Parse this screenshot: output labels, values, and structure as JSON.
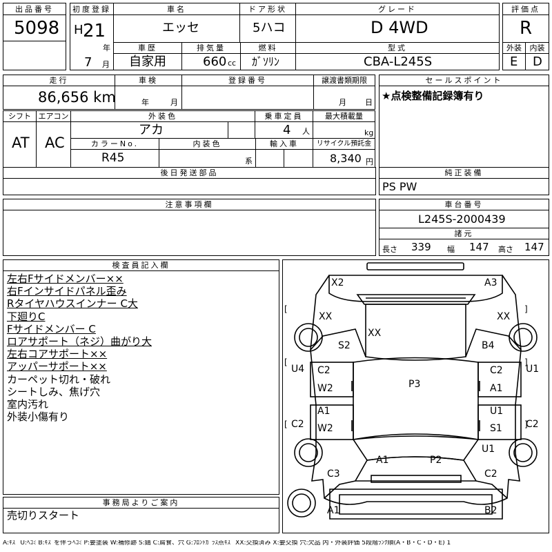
{
  "header": {
    "lot_label": "出品番号",
    "lot_no": "5098",
    "first_reg_label": "初度登録",
    "era": "H",
    "year": "21",
    "year_unit": "年",
    "month": "7",
    "month_unit": "月",
    "car_name_label": "車名",
    "car_name": "エッセ",
    "door_label": "ドア形状",
    "door": "5ハコ",
    "grade_label": "グレード",
    "grade": "D 4WD",
    "rating_label": "評価点",
    "rating": "R",
    "history_label": "車歴",
    "history": "自家用",
    "displacement_label": "排気量",
    "displacement": "660",
    "displacement_unit": "cc",
    "fuel_label": "燃料",
    "fuel": "ｶﾞｿﾘﾝ",
    "model_label": "型式",
    "model": "CBA-L245S",
    "exterior_label": "外装",
    "exterior": "E",
    "interior_label": "内装",
    "interior": "D"
  },
  "row2": {
    "mileage_label": "走行",
    "mileage": "86,656 km",
    "inspection_label": "車検",
    "inspection_year": "年",
    "inspection_month": "月",
    "reg_no_label": "登録番号",
    "transfer_label": "譲渡書類期限",
    "transfer_month": "月",
    "transfer_day": "日",
    "sales_label": "セールスポイント",
    "sales_text": "★点検整備記録簿有り"
  },
  "row3": {
    "shift_label": "シフト",
    "shift": "AT",
    "aircon_label": "エアコン",
    "aircon": "AC",
    "ext_color_label": "外装色",
    "ext_color": "アカ",
    "capacity_label": "乗車定員",
    "capacity": "4",
    "capacity_unit": "人",
    "max_load_label": "最大積載量",
    "max_load_unit": "kg",
    "color_no_label": "カラーNo.",
    "color_no": "R45",
    "int_color_label": "内装色",
    "int_color_unit": "系",
    "import_label": "輸入車",
    "recycle_label": "リサイクル預託金",
    "recycle": "8,340",
    "recycle_unit": "円"
  },
  "later_parts_label": "後日発送部品",
  "equipment_label": "純正装備",
  "equipment": "PS PW",
  "notes_label": "注意事項欄",
  "chassis_label": "車台番号",
  "chassis": "L245S-2000439",
  "specs": {
    "label": "諸元",
    "length_label": "長さ",
    "length": "339",
    "width_label": "幅",
    "width": "147",
    "height_label": "高さ",
    "height": "147"
  },
  "inspector": {
    "label": "検査員記入欄",
    "lines": [
      {
        "text": "左右Fサイドメンバー××",
        "underline": true
      },
      {
        "text": "右Fインサイドパネル歪み",
        "underline": true
      },
      {
        "text": "Rタイヤハウスインナー C大",
        "underline": true
      },
      {
        "text": "下廻りC",
        "underline": true
      },
      {
        "text": "Fサイドメンバー C",
        "underline": true
      },
      {
        "text": "ロアサポート（ネジ）曲がり大",
        "underline": true
      },
      {
        "text": "左右コアサポート××",
        "underline": true
      },
      {
        "text": "アッパーサポート××",
        "underline": true
      },
      {
        "text": "カーペット切れ・破れ",
        "underline": false
      },
      {
        "text": "シートしみ、焦げ穴",
        "underline": false
      },
      {
        "text": "室内汚れ",
        "underline": false
      },
      {
        "text": "外装小傷有り",
        "underline": false
      }
    ]
  },
  "office": {
    "label": "事務局よりご案内",
    "text": "売切りスタート"
  },
  "diagram": {
    "marks": [
      "X2",
      "A3",
      "XX",
      "XX",
      "XX",
      "S2",
      "B4",
      "U4",
      "U1",
      "C2",
      "W2",
      "C2",
      "A1",
      "P3",
      "A1",
      "W2",
      "U1",
      "S1",
      "C2",
      "C2",
      "U1",
      "A1",
      "P2",
      "C3",
      "C2",
      "A1",
      "B2"
    ],
    "brackets": [
      "[",
      "]",
      "[",
      "]",
      "[",
      "]"
    ]
  },
  "legend": "A:ｷｽﾞ U:ﾍｺﾐ B:ｷｽﾞを伴うﾍｺﾐ P:要塗装 W:補修跡 S:錆 C:腐食、穴 G:ﾌﾛﾝﾄｶﾞﾗｽ点ｷｽﾞ XX:交換済み X:要交換 穴:欠品 内・外装評価 5段階ﾗﾝｸ順(A・B・C・D・E) 1"
}
